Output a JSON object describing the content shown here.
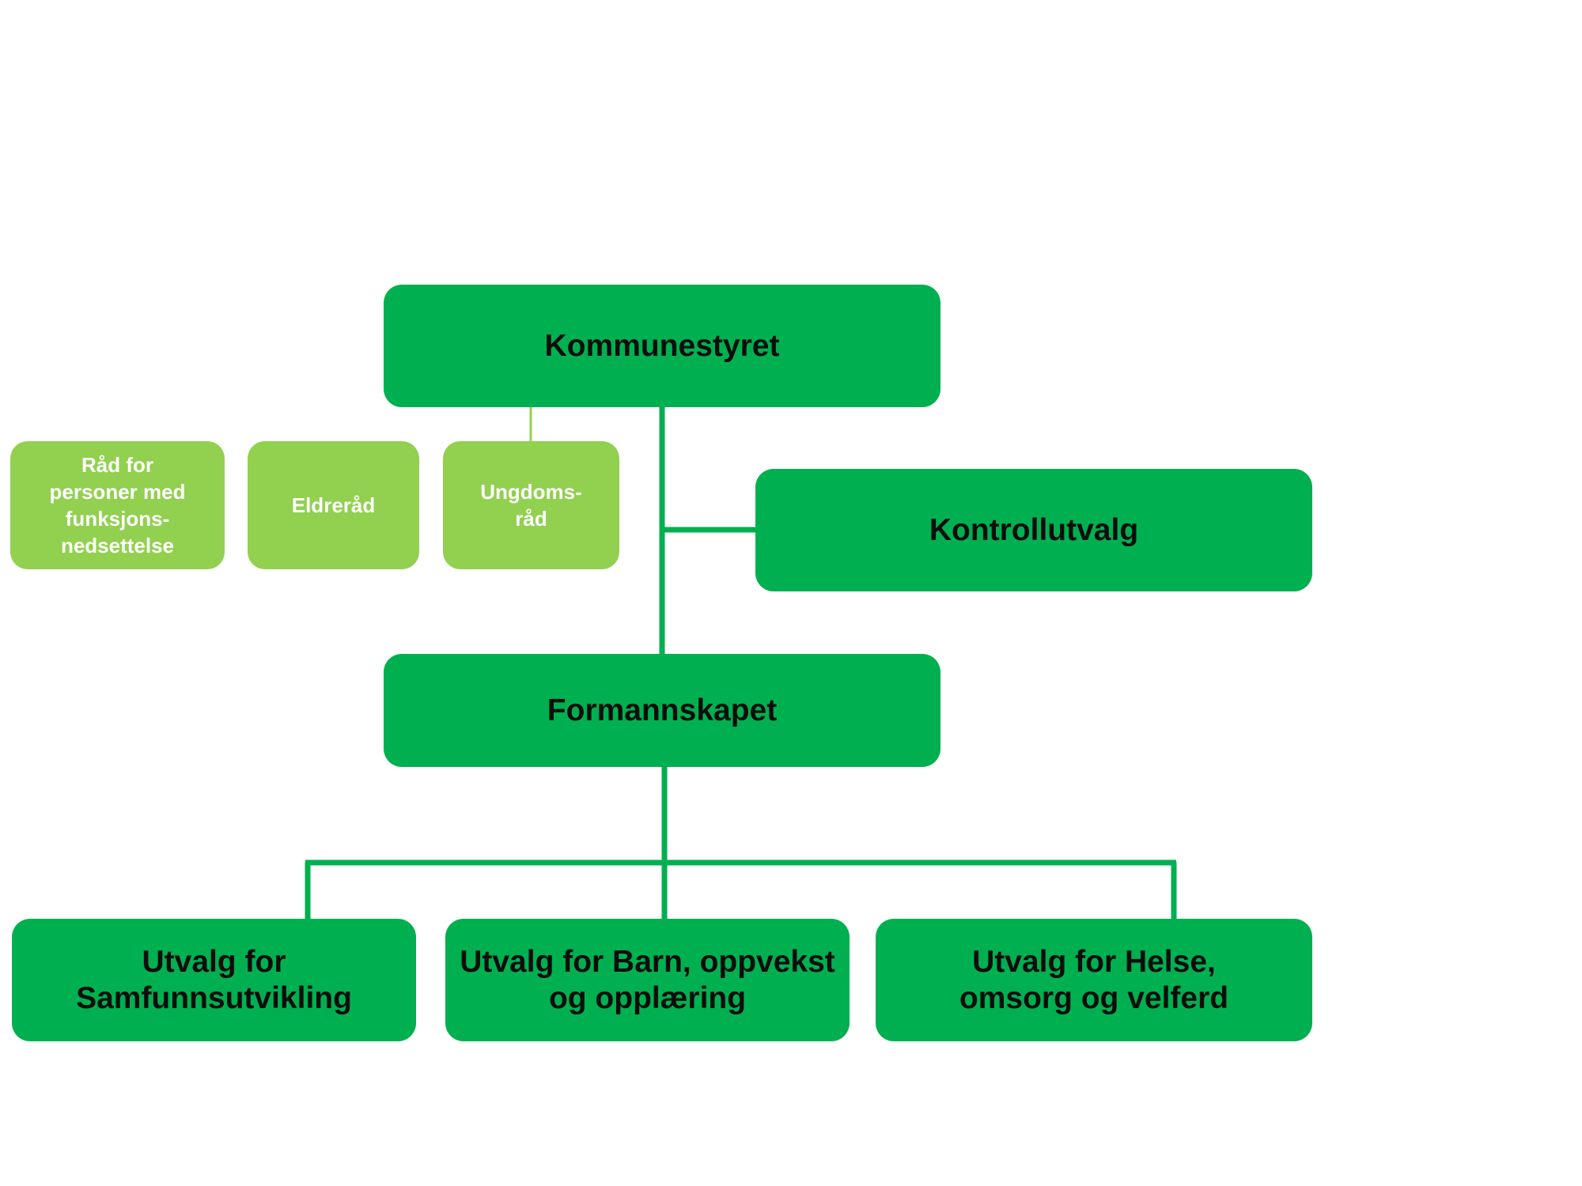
{
  "colors": {
    "main_box": "#00b050",
    "council_box": "#92d050",
    "connector": "#00b050",
    "council_connector": "#92d050",
    "main_text": "#0d0d0d",
    "council_text": "#ffffff"
  },
  "nodes": {
    "kommunestyret": {
      "label": "Kommunestyret"
    },
    "kontrollutvalg": {
      "label": "Kontrollutvalg"
    },
    "formannskapet": {
      "label": "Formannskapet"
    },
    "samfunnsutvikling": {
      "line1": "Utvalg for",
      "line2": "Samfunnsutvikling"
    },
    "barn_oppvekst": {
      "line1": "Utvalg for Barn, oppvekst",
      "line2": "og opplæring"
    },
    "helse_omsorg": {
      "line1": "Utvalg for Helse,",
      "line2": "omsorg og velferd"
    }
  },
  "councils": {
    "funksjonsnedsettelse": {
      "line1": "Råd for",
      "line2": "personer med",
      "line3": "funksjons-",
      "line4": "nedsettelse"
    },
    "eldrerad": {
      "label": "Eldreråd"
    },
    "ungdomsrad": {
      "line1": "Ungdoms-",
      "line2": "råd"
    }
  }
}
